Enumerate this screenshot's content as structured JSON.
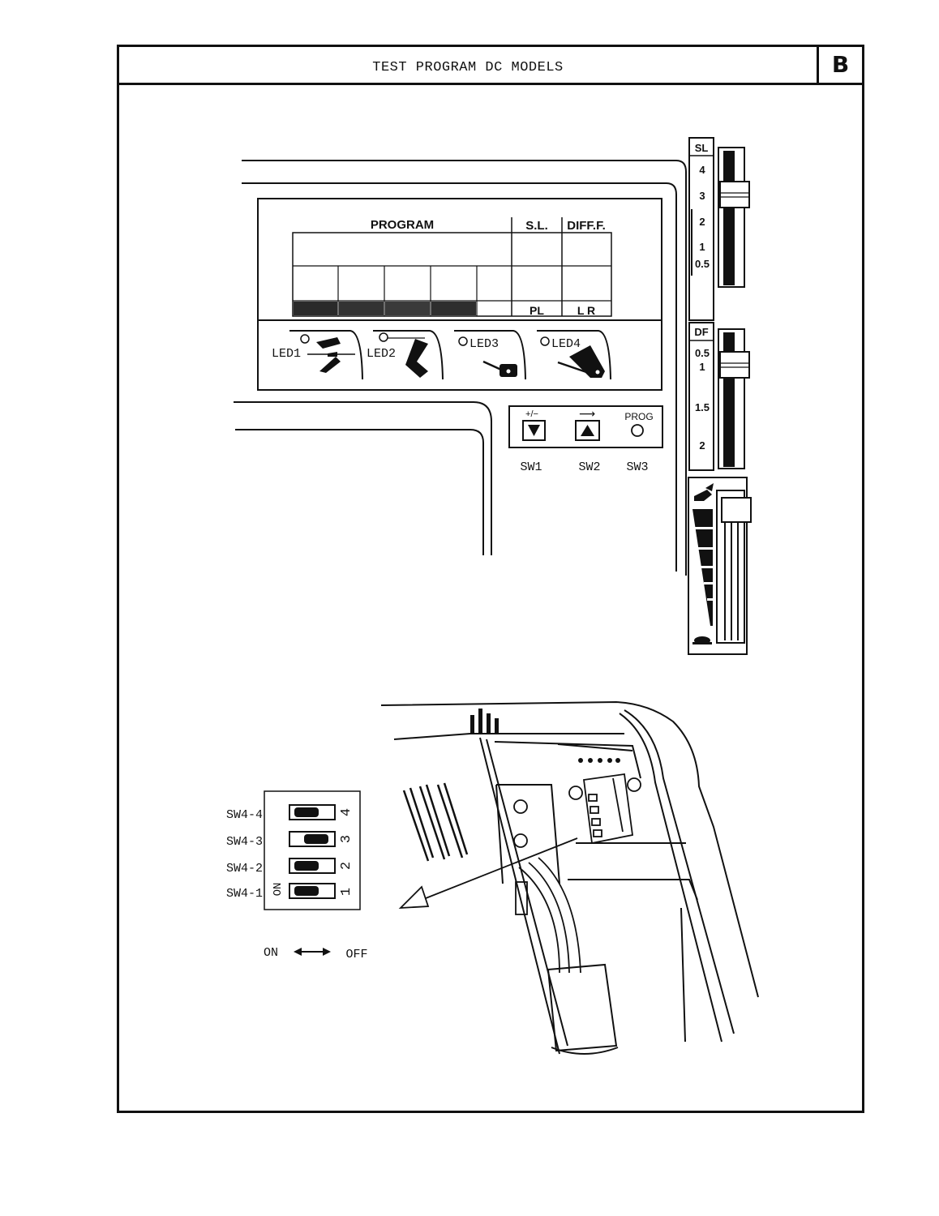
{
  "header": {
    "title": "TEST PROGRAM DC MODELS",
    "section_letter": "B"
  },
  "display": {
    "program_label": "PROGRAM",
    "sl_label": "S.L.",
    "diff_label": "DIFF.F.",
    "pl_label": "PL",
    "lr_label": "L R"
  },
  "leds": [
    "LED1",
    "LED2",
    "LED3",
    "LED4"
  ],
  "buttons": {
    "sw1_symbol": "+/−",
    "sw2_symbol": "⟶",
    "prog_label": "PROG",
    "sw1_label": "SW1",
    "sw2_label": "SW2",
    "sw3_label": "SW3"
  },
  "sl_slider": {
    "label": "SL",
    "ticks": [
      "4",
      "3",
      "2",
      "1",
      "0.5"
    ]
  },
  "df_slider": {
    "label": "DF",
    "ticks": [
      "0.5",
      "1",
      "1.5",
      "2"
    ]
  },
  "dip_switch": {
    "rows": [
      {
        "name": "SW4-4",
        "number": "4"
      },
      {
        "name": "SW4-3",
        "number": "3"
      },
      {
        "name": "SW4-2",
        "number": "2"
      },
      {
        "name": "SW4-1",
        "number": "1"
      }
    ],
    "on_text": "ON",
    "on_label": "ON",
    "off_label": "OFF"
  }
}
